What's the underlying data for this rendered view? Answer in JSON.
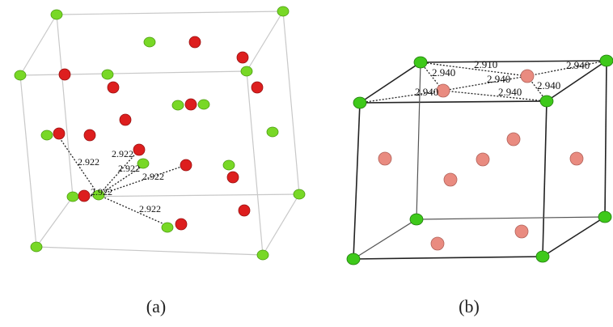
{
  "captions": {
    "a": "(a)",
    "b": "(b)"
  },
  "panel_a": {
    "bond_labels": [
      "2.922",
      "2.922",
      "2.922",
      "2.922",
      "2.922",
      "2.922"
    ],
    "atom_colors": {
      "green": "#78d826",
      "red": "#dd1e1e"
    }
  },
  "panel_b": {
    "bond_labels": [
      "2.940",
      "2.910",
      "2.940",
      "2.940",
      "2.940",
      "2.940",
      "2.940"
    ],
    "atom_colors": {
      "green": "#3ec91a",
      "salmon": "#e98b80"
    }
  }
}
